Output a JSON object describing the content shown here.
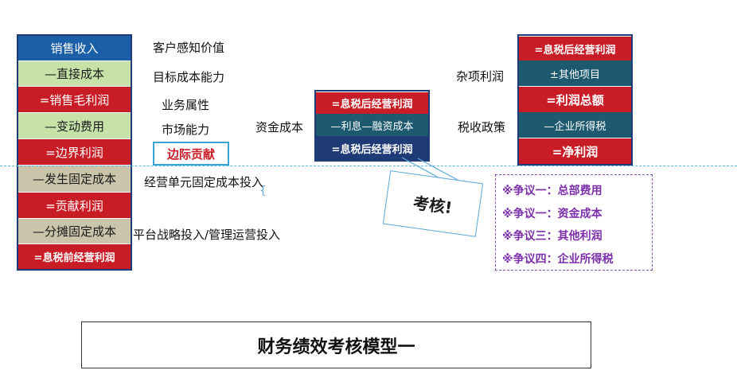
{
  "left_stack": {
    "items": [
      "销售收入",
      "—直接成本",
      "=销售毛利润",
      "—变动费用",
      "=边界利润",
      "—发生固定成本",
      "=贡献利润",
      "—分摊固定成本",
      "=息税前经营利润"
    ]
  },
  "left_labels": {
    "customer_value": "客户感知价值",
    "target_cost": "目标成本能力",
    "business_attr": "业务属性",
    "market_ability": "市场能力",
    "marginal_contribution": "边际贡献",
    "unit_fixed_cost": "经营单元固定成本投入",
    "platform_invest": "平台战略投入/管理运营投入",
    "bracket": "{"
  },
  "middle": {
    "label": "资金成本",
    "items": [
      "=息税后经营利润",
      "—利息—融资成本",
      "=息税后经营利润"
    ]
  },
  "right": {
    "label_misc": "杂项利润",
    "label_tax": "税收政策",
    "items": [
      "=息税后经营利润",
      "±其他项目",
      "=利润总额",
      "—企业所得税",
      "=净利润"
    ]
  },
  "callout": {
    "text": "考核!"
  },
  "disputes": [
    "※争议一：总部费用",
    "※争议一：资金成本",
    "※争议三：其他利润",
    "※争议四：企业所得税"
  ],
  "title": "财务绩效考核模型一",
  "colors": {
    "blue": "#1b5fa8",
    "red": "#c81c26",
    "green": "#c6e2a8",
    "tan": "#c9c4aa",
    "navy": "#1f3b77",
    "teal": "#1d5a6f",
    "dispute": "#7b2fa8",
    "dashed": "#5bb8d8"
  }
}
